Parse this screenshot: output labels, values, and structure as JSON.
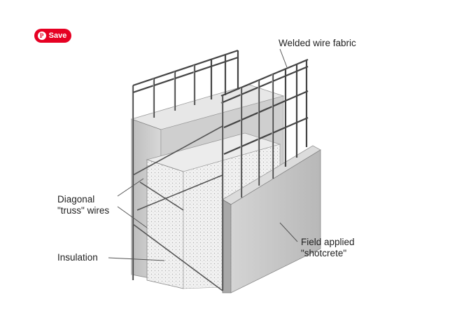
{
  "save_button": {
    "label": "Save",
    "icon": "pinterest-icon",
    "color": "#e60023"
  },
  "labels": {
    "welded_wire_fabric": "Welded wire fabric",
    "diagonal_line1": "Diagonal",
    "diagonal_line2": "\"truss\" wires",
    "insulation": "Insulation",
    "field_line1": "Field applied",
    "field_line2": "\"shotcrete\""
  }
}
